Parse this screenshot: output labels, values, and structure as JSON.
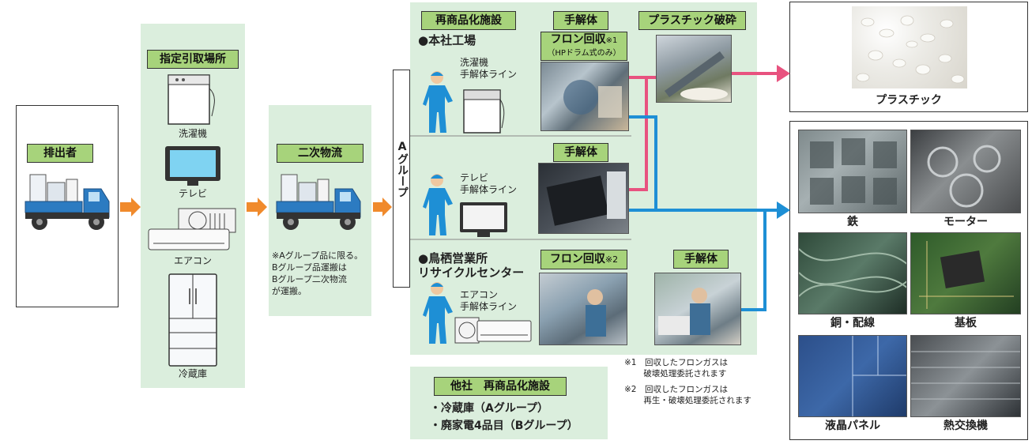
{
  "colors": {
    "panel_green": "#dbeedd",
    "tag_green": "#a7d37b",
    "arrow_orange": "#f08a2c",
    "line_pink": "#e8527f",
    "line_blue": "#1e8fd5"
  },
  "discharger": {
    "tag": "排出者"
  },
  "collection": {
    "tag": "指定引取場所",
    "items": [
      "洗濯機",
      "テレビ",
      "エアコン",
      "冷蔵庫"
    ]
  },
  "secondary": {
    "tag": "二次物流",
    "note": "※Aグループ品に限る。\nBグループ品運搬は\nBグループ二次物流\nが運搬。"
  },
  "a_group": {
    "label": "Aグループ"
  },
  "facility": {
    "tag": "再商品化施設",
    "head_office": "●本社工場",
    "tosu": "●鳥栖営業所\n リサイクルセンター",
    "washer_line": "洗濯機\n手解体ライン",
    "tv_line": "テレビ\n手解体ライン",
    "ac_line": "エアコン\n手解体ライン",
    "manual_tag_1": "手解体",
    "manual_tag_2": "手解体",
    "manual_tag_3": "手解体",
    "plastic_crush_tag": "プラスチック破砕",
    "freon_tag_1": "フロン回収",
    "freon_mark_1": "※1",
    "freon_sub_1": "（HPドラム式のみ）",
    "freon_tag_2": "フロン回収",
    "freon_mark_2": "※2"
  },
  "notes": {
    "n1": "※1　回収したフロンガスは\n　　 破壊処理委託されます",
    "n2": "※2　回収したフロンガスは\n　　 再生・破壊処理委託されます"
  },
  "other": {
    "tag": "他社　再商品化施設",
    "items": [
      "・冷蔵庫（Aグループ）",
      "・廃家電4品目（Bグループ）"
    ]
  },
  "outputs": {
    "plastic": "プラスチック",
    "materials": [
      "鉄",
      "モーター",
      "銅・配線",
      "基板",
      "液晶パネル",
      "熱交換機"
    ]
  }
}
